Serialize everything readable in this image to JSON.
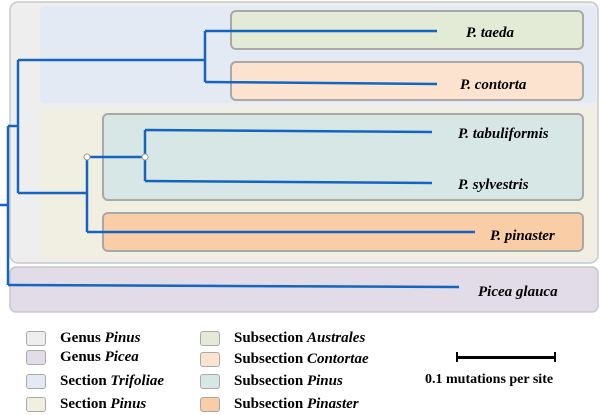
{
  "tree": {
    "leaves": [
      {
        "id": "taeda",
        "label": "P. taeda"
      },
      {
        "id": "contorta",
        "label": "P. contorta"
      },
      {
        "id": "tabuliformis",
        "label": "P. tabuliformis"
      },
      {
        "id": "sylvestris",
        "label": "P. sylvestris"
      },
      {
        "id": "pinaster",
        "label": "P. pinaster"
      },
      {
        "id": "picea",
        "label": "Picea glauca"
      }
    ],
    "branch_color": "#1565c0"
  },
  "colors": {
    "genus_pinus": "#eeeeee",
    "genus_picea": "#e2dbe8",
    "section_trifoliae": "#e3eaf4",
    "section_pinus": "#f1efe1",
    "subsection_australes": "#e3ead5",
    "subsection_contortae": "#fbe3cf",
    "subsection_pinus": "#d7e7e6",
    "subsection_pinaster": "#f9cda6",
    "border": "#a9a9a9"
  },
  "legend": {
    "col1": [
      {
        "key": "genus_pinus",
        "prefix": "Genus",
        "italic": "Pinus"
      },
      {
        "key": "genus_picea",
        "prefix": "Genus",
        "italic": "Picea"
      },
      {
        "key": "section_trifoliae",
        "prefix": "Section",
        "italic": "Trifoliae"
      },
      {
        "key": "section_pinus",
        "prefix": "Section",
        "italic": "Pinus"
      }
    ],
    "col2": [
      {
        "key": "subsection_australes",
        "prefix": "Subsection",
        "italic": "Australes"
      },
      {
        "key": "subsection_contortae",
        "prefix": "Subsection",
        "italic": "Contortae"
      },
      {
        "key": "subsection_pinus",
        "prefix": "Subsection",
        "italic": "Pinus"
      },
      {
        "key": "subsection_pinaster",
        "prefix": "Subsection",
        "italic": "Pinaster"
      }
    ]
  },
  "scale": {
    "label": "0.1 mutations per site"
  }
}
